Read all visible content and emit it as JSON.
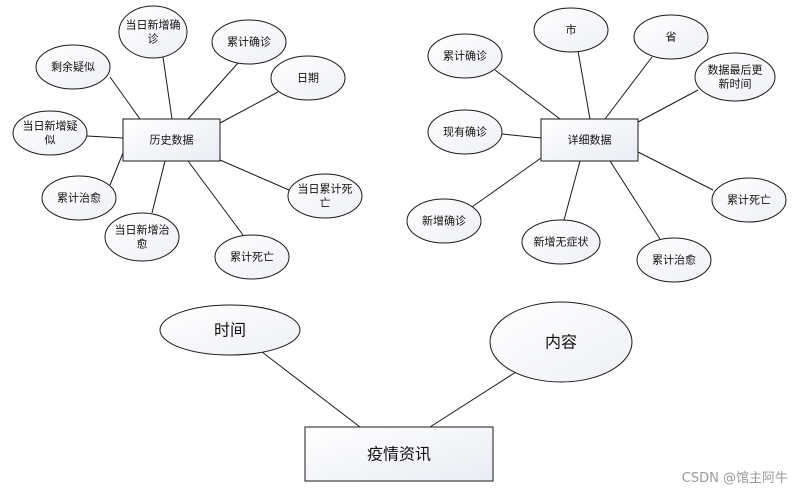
{
  "diagram": {
    "entities": [
      {
        "id": "history",
        "label": "历史数据"
      },
      {
        "id": "detail",
        "label": "详细数据"
      },
      {
        "id": "news",
        "label": "疫情资讯"
      }
    ],
    "attributes": [
      {
        "id": "h1",
        "label": "当日新增确\n诊",
        "of": "history"
      },
      {
        "id": "h2",
        "label": "累计确诊",
        "of": "history"
      },
      {
        "id": "h3",
        "label": "剩余疑似",
        "of": "history"
      },
      {
        "id": "h4",
        "label": "日期",
        "of": "history"
      },
      {
        "id": "h5",
        "label": "当日新增疑\n似",
        "of": "history"
      },
      {
        "id": "h6",
        "label": "累计治愈",
        "of": "history"
      },
      {
        "id": "h7",
        "label": "当日累计死\n亡",
        "of": "history"
      },
      {
        "id": "h8",
        "label": "当日新增治\n愈",
        "of": "history"
      },
      {
        "id": "h9",
        "label": "累计死亡",
        "of": "history"
      },
      {
        "id": "d1",
        "label": "市",
        "of": "detail"
      },
      {
        "id": "d2",
        "label": "省",
        "of": "detail"
      },
      {
        "id": "d3",
        "label": "累计确诊",
        "of": "detail"
      },
      {
        "id": "d4",
        "label": "数据最后更\n新时间",
        "of": "detail"
      },
      {
        "id": "d5",
        "label": "现有确诊",
        "of": "detail"
      },
      {
        "id": "d6",
        "label": "累计死亡",
        "of": "detail"
      },
      {
        "id": "d7",
        "label": "新增确诊",
        "of": "detail"
      },
      {
        "id": "d8",
        "label": "新增无症状",
        "of": "detail"
      },
      {
        "id": "d9",
        "label": "累计治愈",
        "of": "detail"
      },
      {
        "id": "n1",
        "label": "时间",
        "of": "news"
      },
      {
        "id": "n2",
        "label": "内容",
        "of": "news"
      }
    ]
  },
  "watermark": "CSDN @馆主阿牛"
}
